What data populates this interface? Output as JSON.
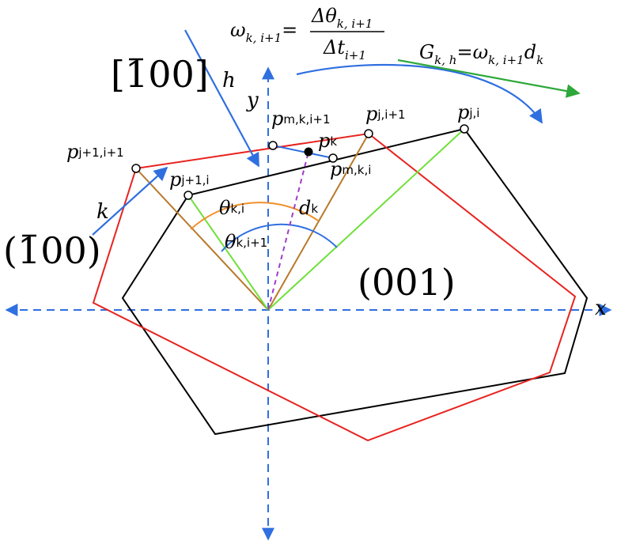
{
  "axes": {
    "x_label": "x",
    "y_label": "y"
  },
  "directions": {
    "h_label": "h",
    "k_label": "k",
    "dir_h": {
      "prefix": "[",
      "bar_digit": "1",
      "rest": "00",
      "suffix": "]"
    },
    "dir_k": {
      "prefix": "(",
      "bar_digit": "1",
      "rest": "00",
      "suffix": ")"
    },
    "plane": "(001)"
  },
  "equations": {
    "omega": {
      "lhs": "ω",
      "lhs_sub": "k, i+1",
      "eq": "=",
      "num": "Δθ",
      "num_sub": "k, i+1",
      "den": "Δt",
      "den_sub": "i+1"
    },
    "g": {
      "lhs": "G",
      "lhs_sub": "k, h",
      "eq": "=",
      "rhs1": "ω",
      "rhs1_sub": "k, i+1",
      "rhs2": "d",
      "rhs2_sub": "k"
    }
  },
  "points": {
    "pj_i": {
      "base": "p",
      "sub": "j,i"
    },
    "pj_i1": {
      "base": "p",
      "sub": "j,i+1"
    },
    "pj1_i1": {
      "base": "p",
      "sub": "j+1,i+1"
    },
    "pj1_i": {
      "base": "p",
      "sub": "j+1,i"
    },
    "pm_k_i1": {
      "base": "p",
      "sub": "m,k,i+1"
    },
    "pm_k_i": {
      "base": "p",
      "sub": "m,k,i"
    },
    "pk": {
      "base": "p",
      "sub": "k"
    }
  },
  "angles": {
    "theta_ki": {
      "base": "θ",
      "sub": "k,i"
    },
    "theta_ki1": {
      "base": "θ",
      "sub": "k,i+1"
    },
    "dk": {
      "base": "d",
      "sub": "k"
    }
  },
  "colors": {
    "old_polygon": "#000000",
    "new_polygon": "#e8231f",
    "axis": "#2f6fe0",
    "arrow_blue": "#2f6fe0",
    "arrow_green": "#2ea83a",
    "line_brown": "#b8792a",
    "line_green": "#6fe03a",
    "arc_orange": "#f0902a",
    "arc_blue": "#2f6fe0",
    "dashed_purple": "#a03cc8"
  }
}
